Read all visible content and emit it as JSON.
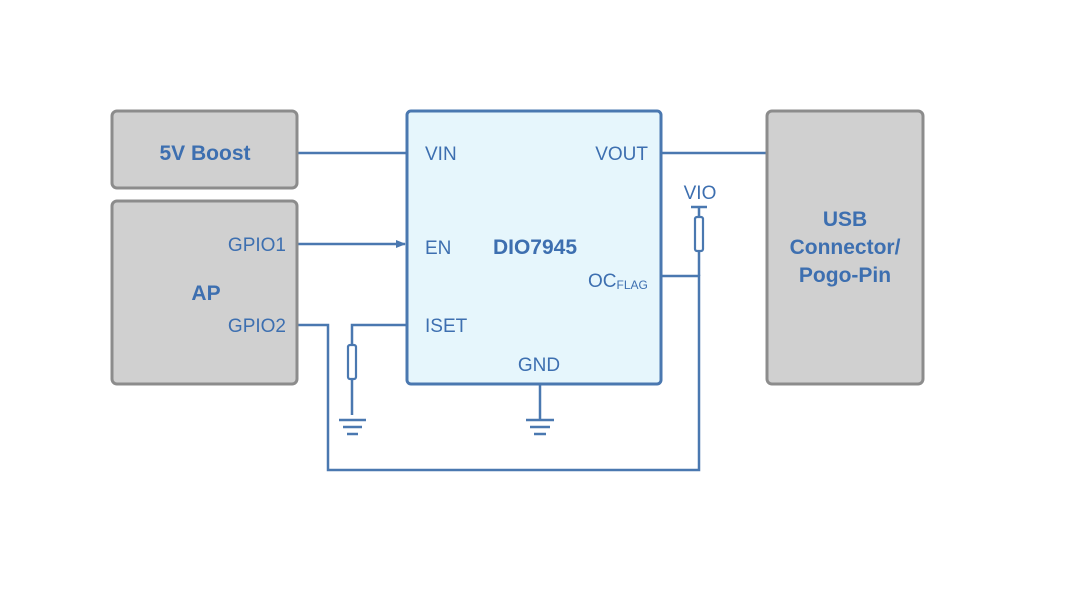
{
  "blocks": {
    "boost": {
      "label": "5V Boost"
    },
    "ap": {
      "label": "AP",
      "pin_gpio1": "GPIO1",
      "pin_gpio2": "GPIO2"
    },
    "ic": {
      "name": "DIO7945",
      "pin_vin": "VIN",
      "pin_vout": "VOUT",
      "pin_en": "EN",
      "pin_iset": "ISET",
      "pin_gnd": "GND",
      "pin_oc_main": "OC",
      "pin_oc_sub": "FLAG"
    },
    "usb": {
      "line1": "USB",
      "line2": "Connector/",
      "line3": "Pogo-Pin"
    }
  },
  "rails": {
    "vio": "VIO"
  },
  "colors": {
    "wire": "#4a78b0",
    "text": "#3d6fb0",
    "block_fill": "#d0d0d0",
    "block_border": "#8c8c8c",
    "ic_fill": "#e6f6fc"
  }
}
